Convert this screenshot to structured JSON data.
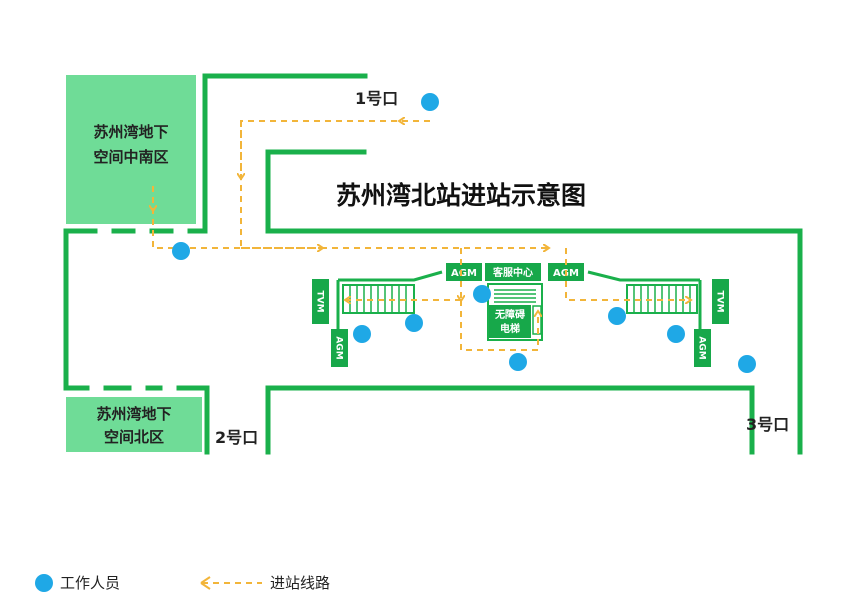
{
  "title": "苏州湾北站进站示意图",
  "colors": {
    "wall": "#1ab04b",
    "zone_fill": "#6fdc97",
    "staff": "#1fa8e6",
    "route": "#f2b53a",
    "box": "#17a84a"
  },
  "zones": {
    "south": {
      "line1": "苏州湾地下",
      "line2": "空间中南区"
    },
    "north": {
      "line1": "苏州湾地下",
      "line2": "空间北区"
    }
  },
  "exits": {
    "exit1": "1号口",
    "exit2": "2号口",
    "exit3": "3号口"
  },
  "facilities": {
    "agm": "AGM",
    "tvm": "TVM",
    "service_center": "客服中心",
    "elevator_line1": "无障碍",
    "elevator_line2": "电梯"
  },
  "legend": {
    "staff": {
      "label": "工作人员",
      "icon": "blue-dot"
    },
    "route": {
      "label": "进站线路",
      "icon": "dashed-arrow"
    }
  }
}
